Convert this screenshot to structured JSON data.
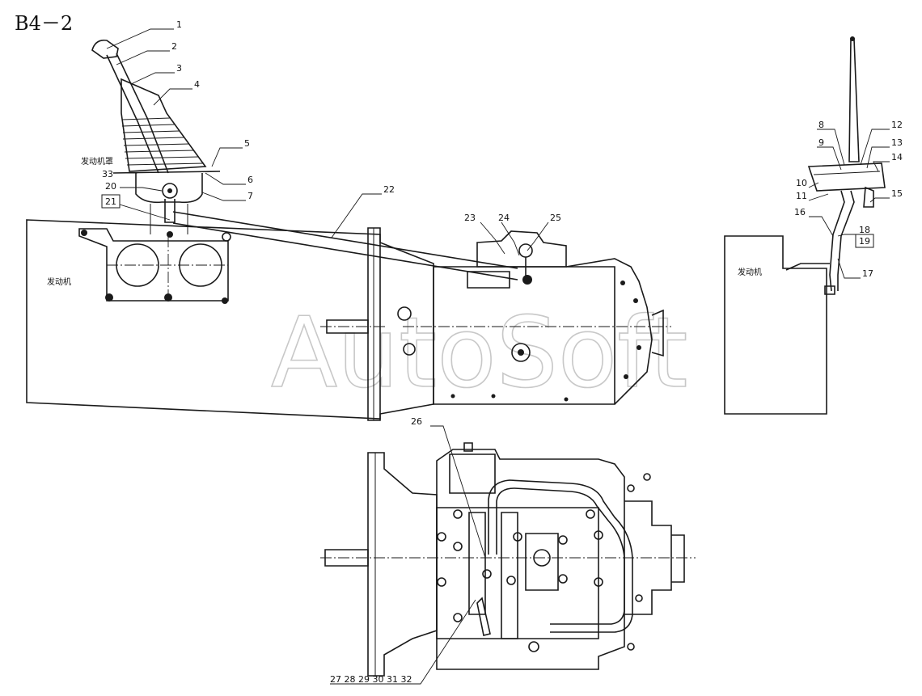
{
  "diagram": {
    "title": "B4－2",
    "watermark": "AutoSoft",
    "part_labels": [
      "1",
      "2",
      "3",
      "4",
      "5",
      "6",
      "7",
      "8",
      "9",
      "10",
      "11",
      "12",
      "13",
      "14",
      "15",
      "16",
      "17",
      "18",
      "19",
      "20",
      "21",
      "22",
      "23",
      "24",
      "25",
      "26"
    ],
    "bottom_callout": "27 28 29 30 31 32",
    "boxed_labels": [
      "21",
      "19"
    ],
    "cn_left_small": "发动机罩",
    "cn_left_block": "发动机",
    "cn_right_block": "发动机",
    "cn_label_33": "33"
  }
}
